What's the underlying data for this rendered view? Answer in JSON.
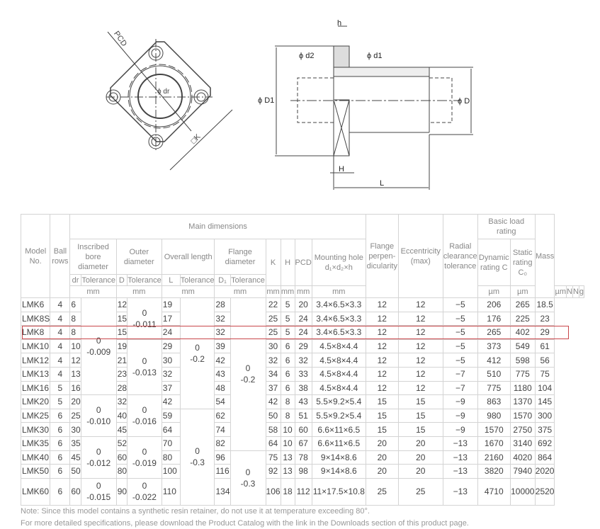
{
  "drawings": {
    "front_labels": {
      "pcd": "PCD",
      "dr": "ϕ dr",
      "k": "□K"
    },
    "side_labels": {
      "h": "h",
      "d2": "ϕ d2",
      "d1": "ϕ d1",
      "D1": "ϕ D1",
      "D": "ϕ D",
      "H": "H",
      "L": "L"
    }
  },
  "table": {
    "headers": {
      "model": "Model No.",
      "ball_rows": "Ball rows",
      "main_dimensions": "Main dimensions",
      "bore": "Inscribed bore diameter",
      "outer": "Outer diameter",
      "length": "Overall length",
      "flange_dia": "Flange diameter",
      "k": "K",
      "h": "H",
      "pcd": "PCD",
      "mounting": "Mounting hole d₁×d₂×h",
      "perp": "Flange perpen-dicularity",
      "ecc": "Eccentricity (max)",
      "radial": "Radial clearance tolerance",
      "load": "Basic load rating",
      "dynamic": "Dynamic rating C",
      "static": "Static rating C₀",
      "mass": "Mass",
      "dr": "dr",
      "D": "D",
      "L": "L",
      "D1": "D₁",
      "tolerance": "Tolerance",
      "units": {
        "mm": "mm",
        "um": "µm",
        "N": "N",
        "g": "g"
      }
    },
    "rows": [
      [
        "LMK6",
        "4",
        "6",
        "12",
        "19",
        "28",
        "22",
        "5",
        "20",
        "3.4×6.5×3.3",
        "12",
        "12",
        "−5",
        "206",
        "265",
        "18.5"
      ],
      [
        "LMK8S",
        "4",
        "8",
        "15",
        "17",
        "32",
        "25",
        "5",
        "24",
        "3.4×6.5×3.3",
        "12",
        "12",
        "−5",
        "176",
        "225",
        "23"
      ],
      [
        "LMK8",
        "4",
        "8",
        "15",
        "24",
        "32",
        "25",
        "5",
        "24",
        "3.4×6.5×3.3",
        "12",
        "12",
        "−5",
        "265",
        "402",
        "29"
      ],
      [
        "LMK10",
        "4",
        "10",
        "19",
        "29",
        "39",
        "30",
        "6",
        "29",
        "4.5×8×4.4",
        "12",
        "12",
        "−5",
        "373",
        "549",
        "61"
      ],
      [
        "LMK12",
        "4",
        "12",
        "21",
        "30",
        "42",
        "32",
        "6",
        "32",
        "4.5×8×4.4",
        "12",
        "12",
        "−5",
        "412",
        "598",
        "56"
      ],
      [
        "LMK13",
        "4",
        "13",
        "23",
        "32",
        "43",
        "34",
        "6",
        "33",
        "4.5×8×4.4",
        "12",
        "12",
        "−7",
        "510",
        "775",
        "75"
      ],
      [
        "LMK16",
        "5",
        "16",
        "28",
        "37",
        "48",
        "37",
        "6",
        "38",
        "4.5×8×4.4",
        "12",
        "12",
        "−7",
        "775",
        "1180",
        "104"
      ],
      [
        "LMK20",
        "5",
        "20",
        "32",
        "42",
        "54",
        "42",
        "8",
        "43",
        "5.5×9.2×5.4",
        "15",
        "15",
        "−9",
        "863",
        "1370",
        "145"
      ],
      [
        "LMK25",
        "6",
        "25",
        "40",
        "59",
        "62",
        "50",
        "8",
        "51",
        "5.5×9.2×5.4",
        "15",
        "15",
        "−9",
        "980",
        "1570",
        "300"
      ],
      [
        "LMK30",
        "6",
        "30",
        "45",
        "64",
        "74",
        "58",
        "10",
        "60",
        "6.6×11×6.5",
        "15",
        "15",
        "−9",
        "1570",
        "2750",
        "375"
      ],
      [
        "LMK35",
        "6",
        "35",
        "52",
        "70",
        "82",
        "64",
        "10",
        "67",
        "6.6×11×6.5",
        "20",
        "20",
        "−13",
        "1670",
        "3140",
        "692"
      ],
      [
        "LMK40",
        "6",
        "45",
        "60",
        "80",
        "96",
        "75",
        "13",
        "78",
        "9×14×8.6",
        "20",
        "20",
        "−13",
        "2160",
        "4020",
        "864"
      ],
      [
        "LMK50",
        "6",
        "50",
        "80",
        "100",
        "116",
        "92",
        "13",
        "98",
        "9×14×8.6",
        "20",
        "20",
        "−13",
        "3820",
        "7940",
        "2020"
      ],
      [
        "LMK60",
        "6",
        "60",
        "90",
        "110",
        "134",
        "106",
        "18",
        "112",
        "11×17.5×10.8",
        "25",
        "25",
        "−13",
        "4710",
        "10000",
        "2520"
      ]
    ],
    "tolerances": {
      "dr": [
        {
          "start": 0,
          "span": 7,
          "upper": "0",
          "lower": "-0.009"
        },
        {
          "start": 7,
          "span": 3,
          "upper": "0",
          "lower": "-0.010"
        },
        {
          "start": 10,
          "span": 3,
          "upper": "0",
          "lower": "-0.012"
        },
        {
          "start": 13,
          "span": 1,
          "upper": "0",
          "lower": "-0.015"
        }
      ],
      "D": [
        {
          "start": 0,
          "span": 3,
          "upper": "0",
          "lower": "-0.011"
        },
        {
          "start": 3,
          "span": 4,
          "upper": "0",
          "lower": "-0.013"
        },
        {
          "start": 7,
          "span": 3,
          "upper": "0",
          "lower": "-0.016"
        },
        {
          "start": 10,
          "span": 3,
          "upper": "0",
          "lower": "-0.019"
        },
        {
          "start": 13,
          "span": 1,
          "upper": "0",
          "lower": "-0.022"
        }
      ],
      "L": [
        {
          "start": 0,
          "span": 8,
          "upper": "0",
          "lower": "-0.2"
        },
        {
          "start": 8,
          "span": 6,
          "upper": "0",
          "lower": "-0.3"
        }
      ],
      "D1": [
        {
          "start": 0,
          "span": 11,
          "upper": "0",
          "lower": "-0.2"
        },
        {
          "start": 11,
          "span": 3,
          "upper": "0",
          "lower": "-0.3"
        }
      ]
    },
    "highlighted_model": "LMK8"
  },
  "notes": [
    "Note: Since this model contains a synthetic resin retainer, do not use it at temperature exceeding 80°.",
    "For more detailed specifications, please download the Product Catalog with the link in the Downloads section of this product page."
  ],
  "colors": {
    "highlight": "#c9474a",
    "border": "#d4d4d4",
    "text": "#444444"
  }
}
